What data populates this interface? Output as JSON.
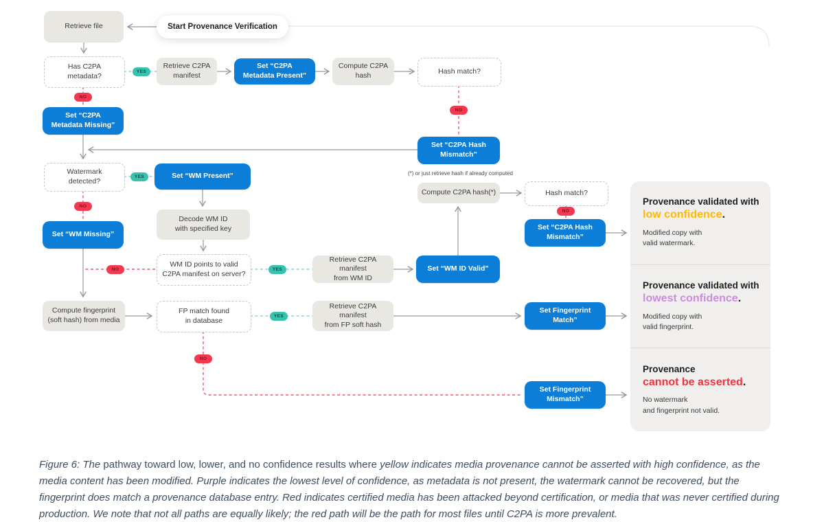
{
  "start_label": "Start Provenance Verification",
  "footnote": "(*) or just retrieve hash if already computed",
  "pills": {
    "yes": "YES",
    "no": "NO"
  },
  "nodes": {
    "retrieve_file": "Retrieve file",
    "has_c2pa": "Has C2PA\nmetadata?",
    "retrieve_manifest": "Retrieve C2PA\nmanifest",
    "metadata_present": "Set “C2PA\nMetadata Present”",
    "compute_hash": "Compute C2PA\nhash",
    "hash_match_1": "Hash match?",
    "metadata_missing": "Set “C2PA\nMetadata Missing”",
    "hash_mismatch_1": "Set “C2PA Hash\nMismatch”",
    "watermark_detected": "Watermark\ndetected?",
    "wm_present": "Set “WM Present”",
    "decode_wm": "Decode WM ID\nwith specified key",
    "wm_id_points": "WM ID points to valid\nC2PA manifest on server?",
    "retrieve_wm": "Retrieve C2PA manifest\nfrom WM ID",
    "wm_id_valid": "Set “WM ID Valid”",
    "compute_hash_2": "Compute C2PA hash(*)",
    "hash_match_2": "Hash match?",
    "hash_mismatch_2": "Set “C2PA Hash\nMismatch”",
    "wm_missing": "Set “WM Missing”",
    "compute_fp": "Compute fingerprint\n(soft hash) from media",
    "fp_match": "FP match found\nin database",
    "retrieve_fp": "Retrieve C2PA manifest\nfrom FP soft hash",
    "set_fp_match": "Set Fingerprint\nMatch”",
    "set_fp_mismatch": "Set Fingerprint\nMismatch”"
  },
  "outcomes": [
    {
      "title": "Provenance validated with",
      "highlight": "low confidence",
      "period": ".",
      "color": "#ffb900",
      "sub": "Modified copy with\nvalid watermark."
    },
    {
      "title": "Provenance validated with",
      "highlight": "lowest confidence",
      "period": ".",
      "color": "#cb8bdf",
      "sub": "Modified copy with\nvalid fingerprint."
    },
    {
      "title": "Provenance",
      "highlight": "cannot be asserted",
      "period": ".",
      "color": "#f5333f",
      "sub": "No watermark\nand fingerprint not valid."
    }
  ],
  "caption": {
    "italic1": "Figure 6: The ",
    "normal": "pathway toward low, lower, and no confidence results where ",
    "italic2": "yellow indicates media provenance cannot be asserted with high confidence, as the media content has been modified. Purple indicates the lowest level of confidence, as metadata is not present, the watermark cannot be recovered, but the fingerprint does match a provenance database entry. Red indicates certified media has been attacked beyond certification, or media that was never certified during production. We note that not all paths are equally likely; the red path will be the path for most files until C2PA is more prevalent."
  },
  "colors": {
    "action_blue": "#0d7ed8",
    "process_gray": "#e9e7e2",
    "yes_teal": "#38c1ad",
    "no_red": "#f23950",
    "outcome_yellow": "#ffb900",
    "outcome_purple": "#cb8bdf",
    "outcome_red": "#f5333f"
  }
}
